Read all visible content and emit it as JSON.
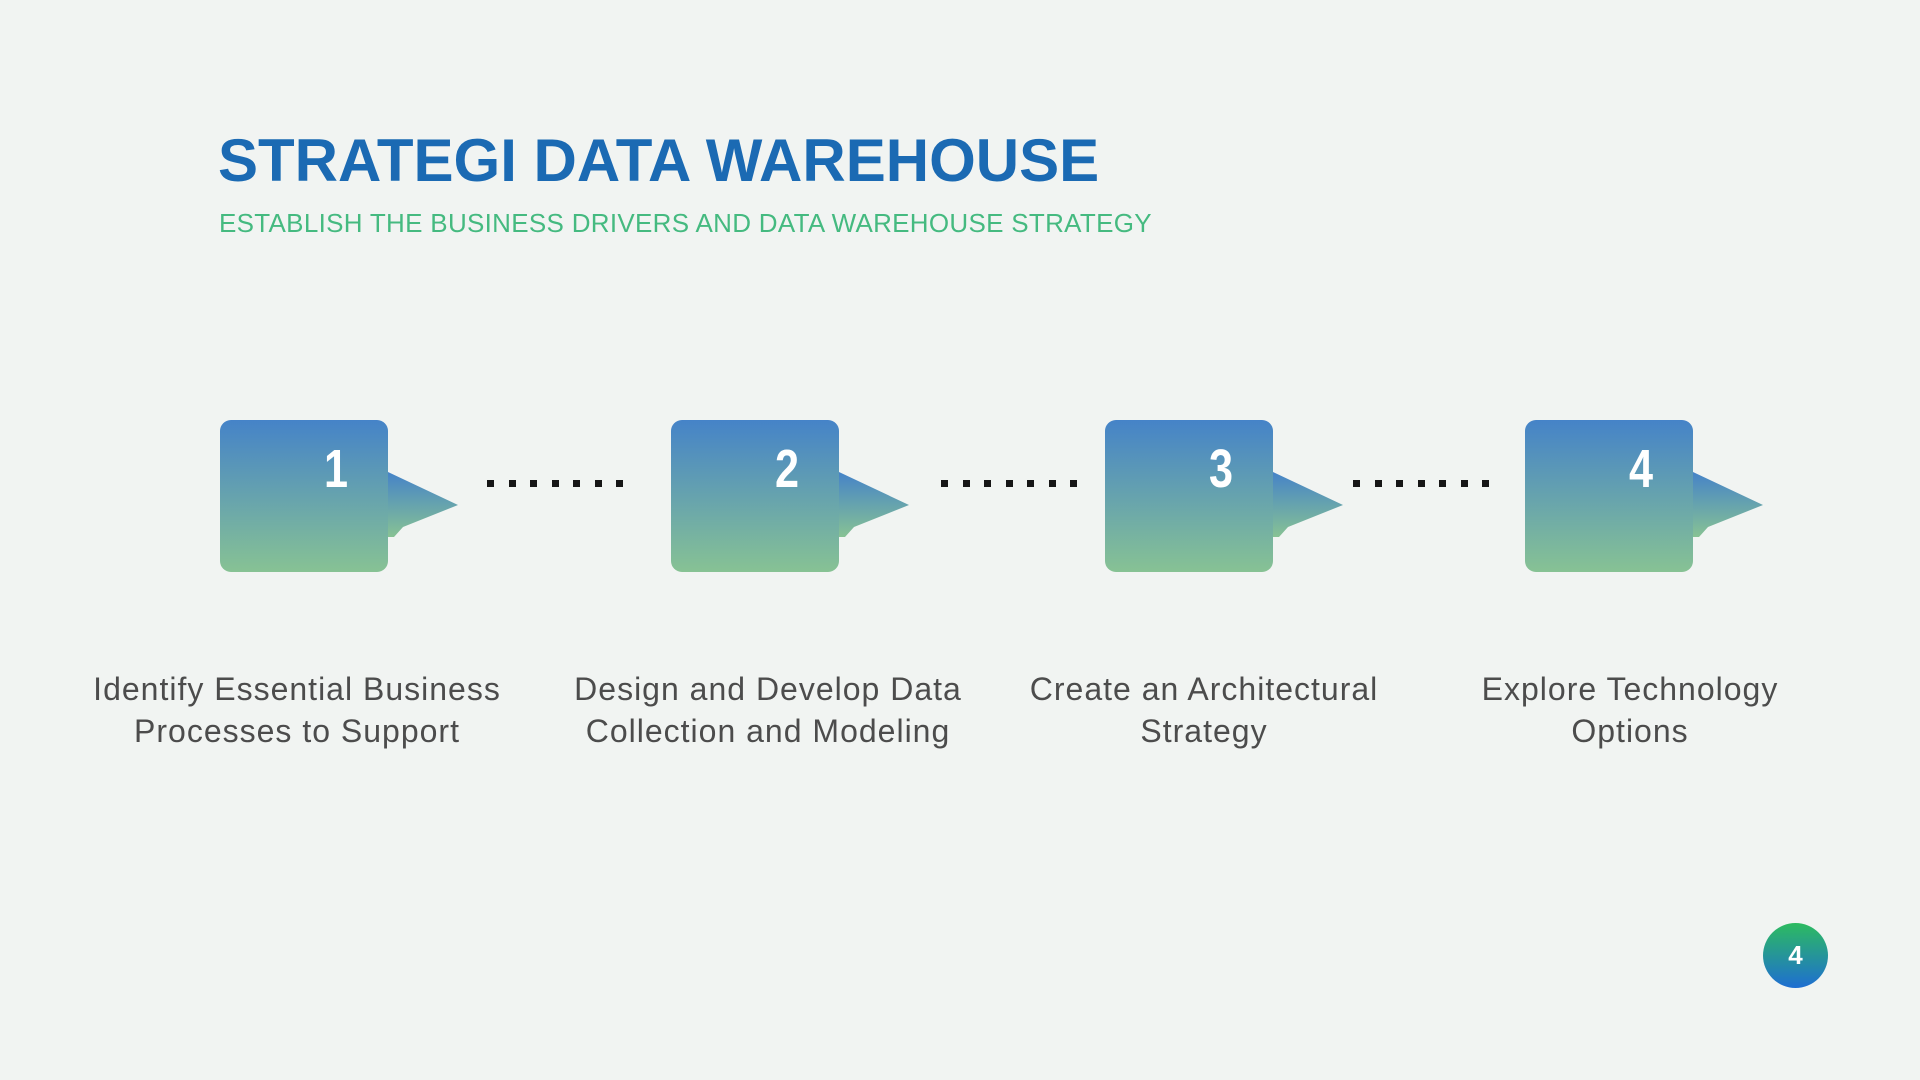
{
  "slide": {
    "title": "STRATEGI DATA WAREHOUSE",
    "subtitle": "ESTABLISH THE BUSINESS DRIVERS AND DATA WAREHOUSE STRATEGY",
    "page_number": "4"
  },
  "steps": [
    {
      "number": "1",
      "label_line1": "Identify Essential Business",
      "label_line2": "Processes to Support"
    },
    {
      "number": "2",
      "label_line1": "Design and Develop Data",
      "label_line2": "Collection and Modeling"
    },
    {
      "number": "3",
      "label_line1": "Create an Architectural",
      "label_line2": "Strategy"
    },
    {
      "number": "4",
      "label_line1": "Explore Technology",
      "label_line2": "Options"
    }
  ],
  "connector": {
    "group_count": 3,
    "dot_count": 7
  },
  "colors": {
    "background": "#F1F4F2",
    "title": "#1B6AB3",
    "subtitle": "#45BA80",
    "label": "#4C4C4C",
    "step_number": "#FFFFFF",
    "arrow_gradient_top": "#4583C8",
    "arrow_gradient_bottom": "#87C294",
    "badge_gradient_top": "#2DBB60",
    "badge_gradient_bottom": "#1E6ED2",
    "dot": "#161616"
  }
}
